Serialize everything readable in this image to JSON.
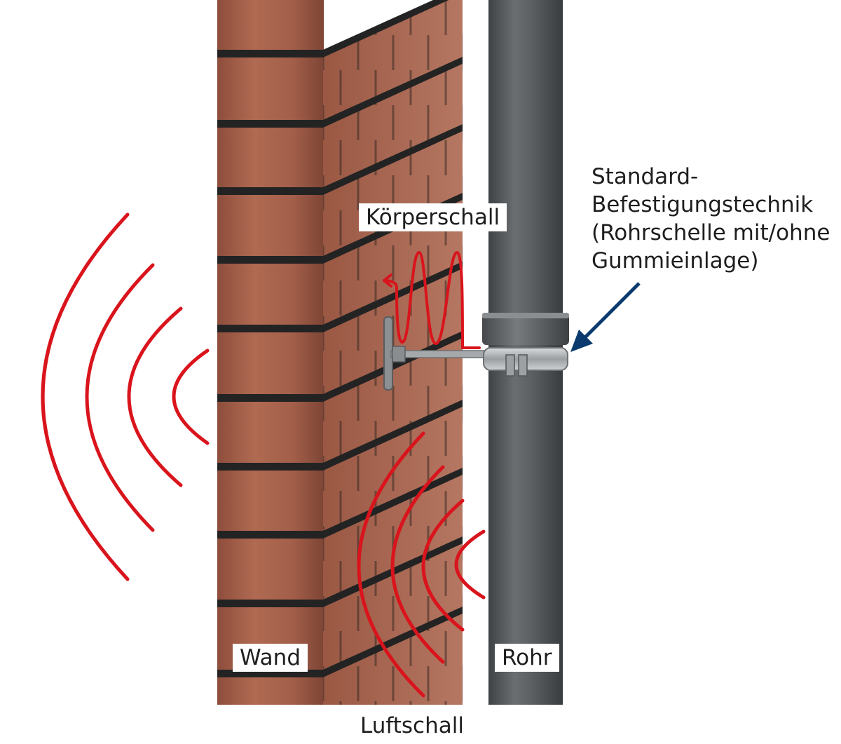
{
  "labels": {
    "wall": "Wand",
    "pipe": "Rohr",
    "structure_borne": "Körperschall",
    "airborne": "Luftschall",
    "fastening": {
      "line1": "Standard-",
      "line2": "Befestigungstechnik",
      "line3": "(Rohrschelle mit/ohne",
      "line4": "Gummieinlage)"
    }
  },
  "colors": {
    "sound_waves": "#d9141c",
    "pointer_arrow": "#0b3a6e",
    "brick": "#a8604a",
    "mortar": "#232323",
    "pipe": "#55595c",
    "clamp": "#b5b8ba"
  }
}
